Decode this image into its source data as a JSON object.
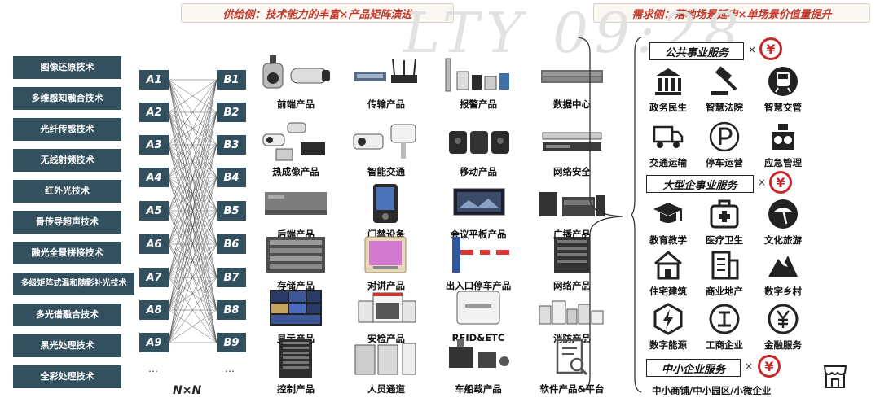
{
  "header": {
    "supply": "供给侧：技术能力的丰富×产品矩阵演进",
    "demand": "需求侧：落地场景延申×单场景价值量提升"
  },
  "watermark": "LTY 09:28",
  "technologies": [
    "图像还原技术",
    "多维感知融合技术",
    "光纤传感技术",
    "无线射频技术",
    "红外光技术",
    "骨传导超声技术",
    "融光全景拼接技术",
    "多级矩阵式温和随影补光技术",
    "多光谱融合技术",
    "黑光处理技术",
    "全彩处理技术"
  ],
  "a_nodes": [
    "A1",
    "A2",
    "A3",
    "A4",
    "A5",
    "A6",
    "A7",
    "A8",
    "A9",
    "…"
  ],
  "b_nodes": [
    "B1",
    "B2",
    "B3",
    "B4",
    "B5",
    "B6",
    "B7",
    "B8",
    "B9",
    "…"
  ],
  "nxn": "N×N",
  "products": [
    [
      "前端产品",
      "传输产品",
      "报警产品",
      "数据中心"
    ],
    [
      "热成像产品",
      "智能交通",
      "移动产品",
      "网络安全"
    ],
    [
      "后端产品",
      "门禁设备",
      "会议平板产品",
      "广播产品"
    ],
    [
      "存储产品",
      "对讲产品",
      "出入口停车产品",
      "网络产品"
    ],
    [
      "显示产品",
      "安检产品",
      "RFID&ETC",
      "消防产品"
    ],
    [
      "控制产品",
      "人员通道",
      "车船载产品",
      "软件产品&平台"
    ]
  ],
  "service_groups": {
    "public": {
      "title": "公共事业服务",
      "items": [
        {
          "label": "政务民生",
          "icon": "government-icon"
        },
        {
          "label": "智慧法院",
          "icon": "gavel-icon"
        },
        {
          "label": "智慧交管",
          "icon": "train-icon"
        },
        {
          "label": "交通运输",
          "icon": "truck-icon"
        },
        {
          "label": "停车运营",
          "icon": "parking-icon"
        },
        {
          "label": "应急管理",
          "icon": "emergency-icon"
        }
      ]
    },
    "enterprise": {
      "title": "大型企事业服务",
      "items": [
        {
          "label": "教育教学",
          "icon": "graduation-cap-icon"
        },
        {
          "label": "医疗卫生",
          "icon": "medical-kit-icon"
        },
        {
          "label": "文化旅游",
          "icon": "beach-icon"
        },
        {
          "label": "住宅建筑",
          "icon": "house-icon"
        },
        {
          "label": "商业地产",
          "icon": "building-icon"
        },
        {
          "label": "数字乡村",
          "icon": "mountain-icon"
        },
        {
          "label": "数字能源",
          "icon": "energy-icon"
        },
        {
          "label": "工商企业",
          "icon": "commerce-icon"
        },
        {
          "label": "金融服务",
          "icon": "finance-icon"
        }
      ]
    },
    "sme": {
      "title": "中小企业服务",
      "items": [
        {
          "label": "中小商铺/中小园区/小微企业",
          "icon": "shop-icon"
        }
      ]
    }
  },
  "times": "×",
  "yuan": "¥",
  "colors": {
    "node": "#33505e",
    "accent": "#c8282a",
    "header_text": "#c0392b"
  }
}
